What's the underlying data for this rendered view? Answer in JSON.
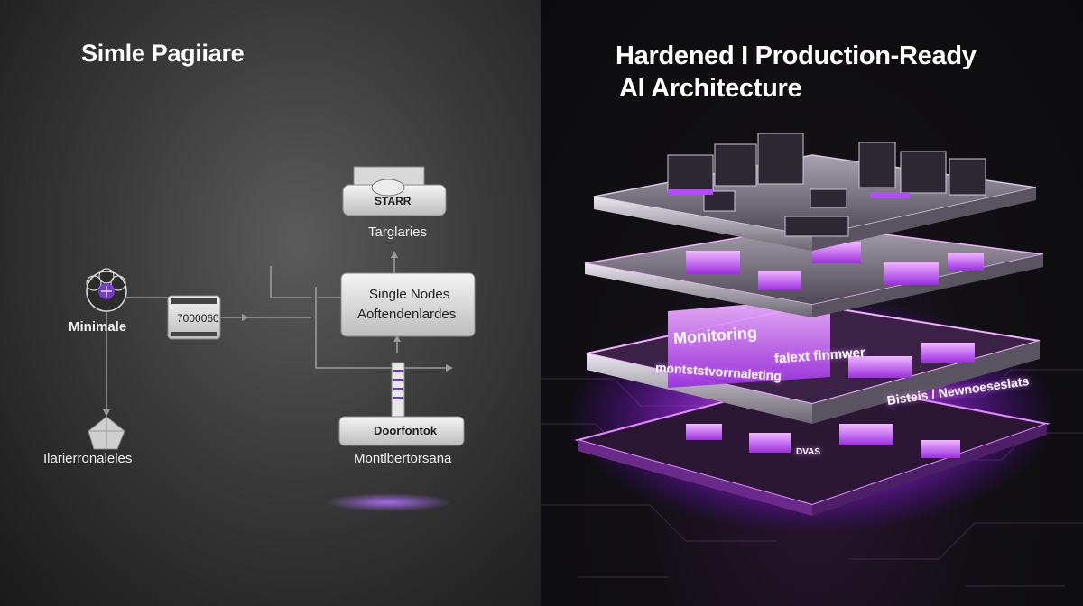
{
  "left": {
    "title": "Simle Pagiiare",
    "nodes": {
      "top_box": "STARR",
      "top_label": "Targlaries",
      "source_label": "Minimale",
      "server_label": "7000060",
      "center_line1": "Single Nodes",
      "center_line2": "Aoftendenlardes",
      "bottom_left_label": "Ilarierronaleles",
      "bottom_box": "Doorfontok",
      "bottom_label": "Montlbertorsana"
    }
  },
  "right": {
    "title_line1": "Hardened I Production-Ready",
    "title_line2": "AI Architecture",
    "layer_labels": {
      "monitoring": "Monitoring",
      "falext": "falext flnmwer",
      "sub": "montststvorrnaleting",
      "side": "Bisteis / Newnoeseslats",
      "small": "DVAS"
    }
  },
  "colors": {
    "accent": "#c040ff",
    "glow": "#e08aff",
    "panel_left": "#3a3a3a",
    "panel_right": "#0b0b0d"
  }
}
